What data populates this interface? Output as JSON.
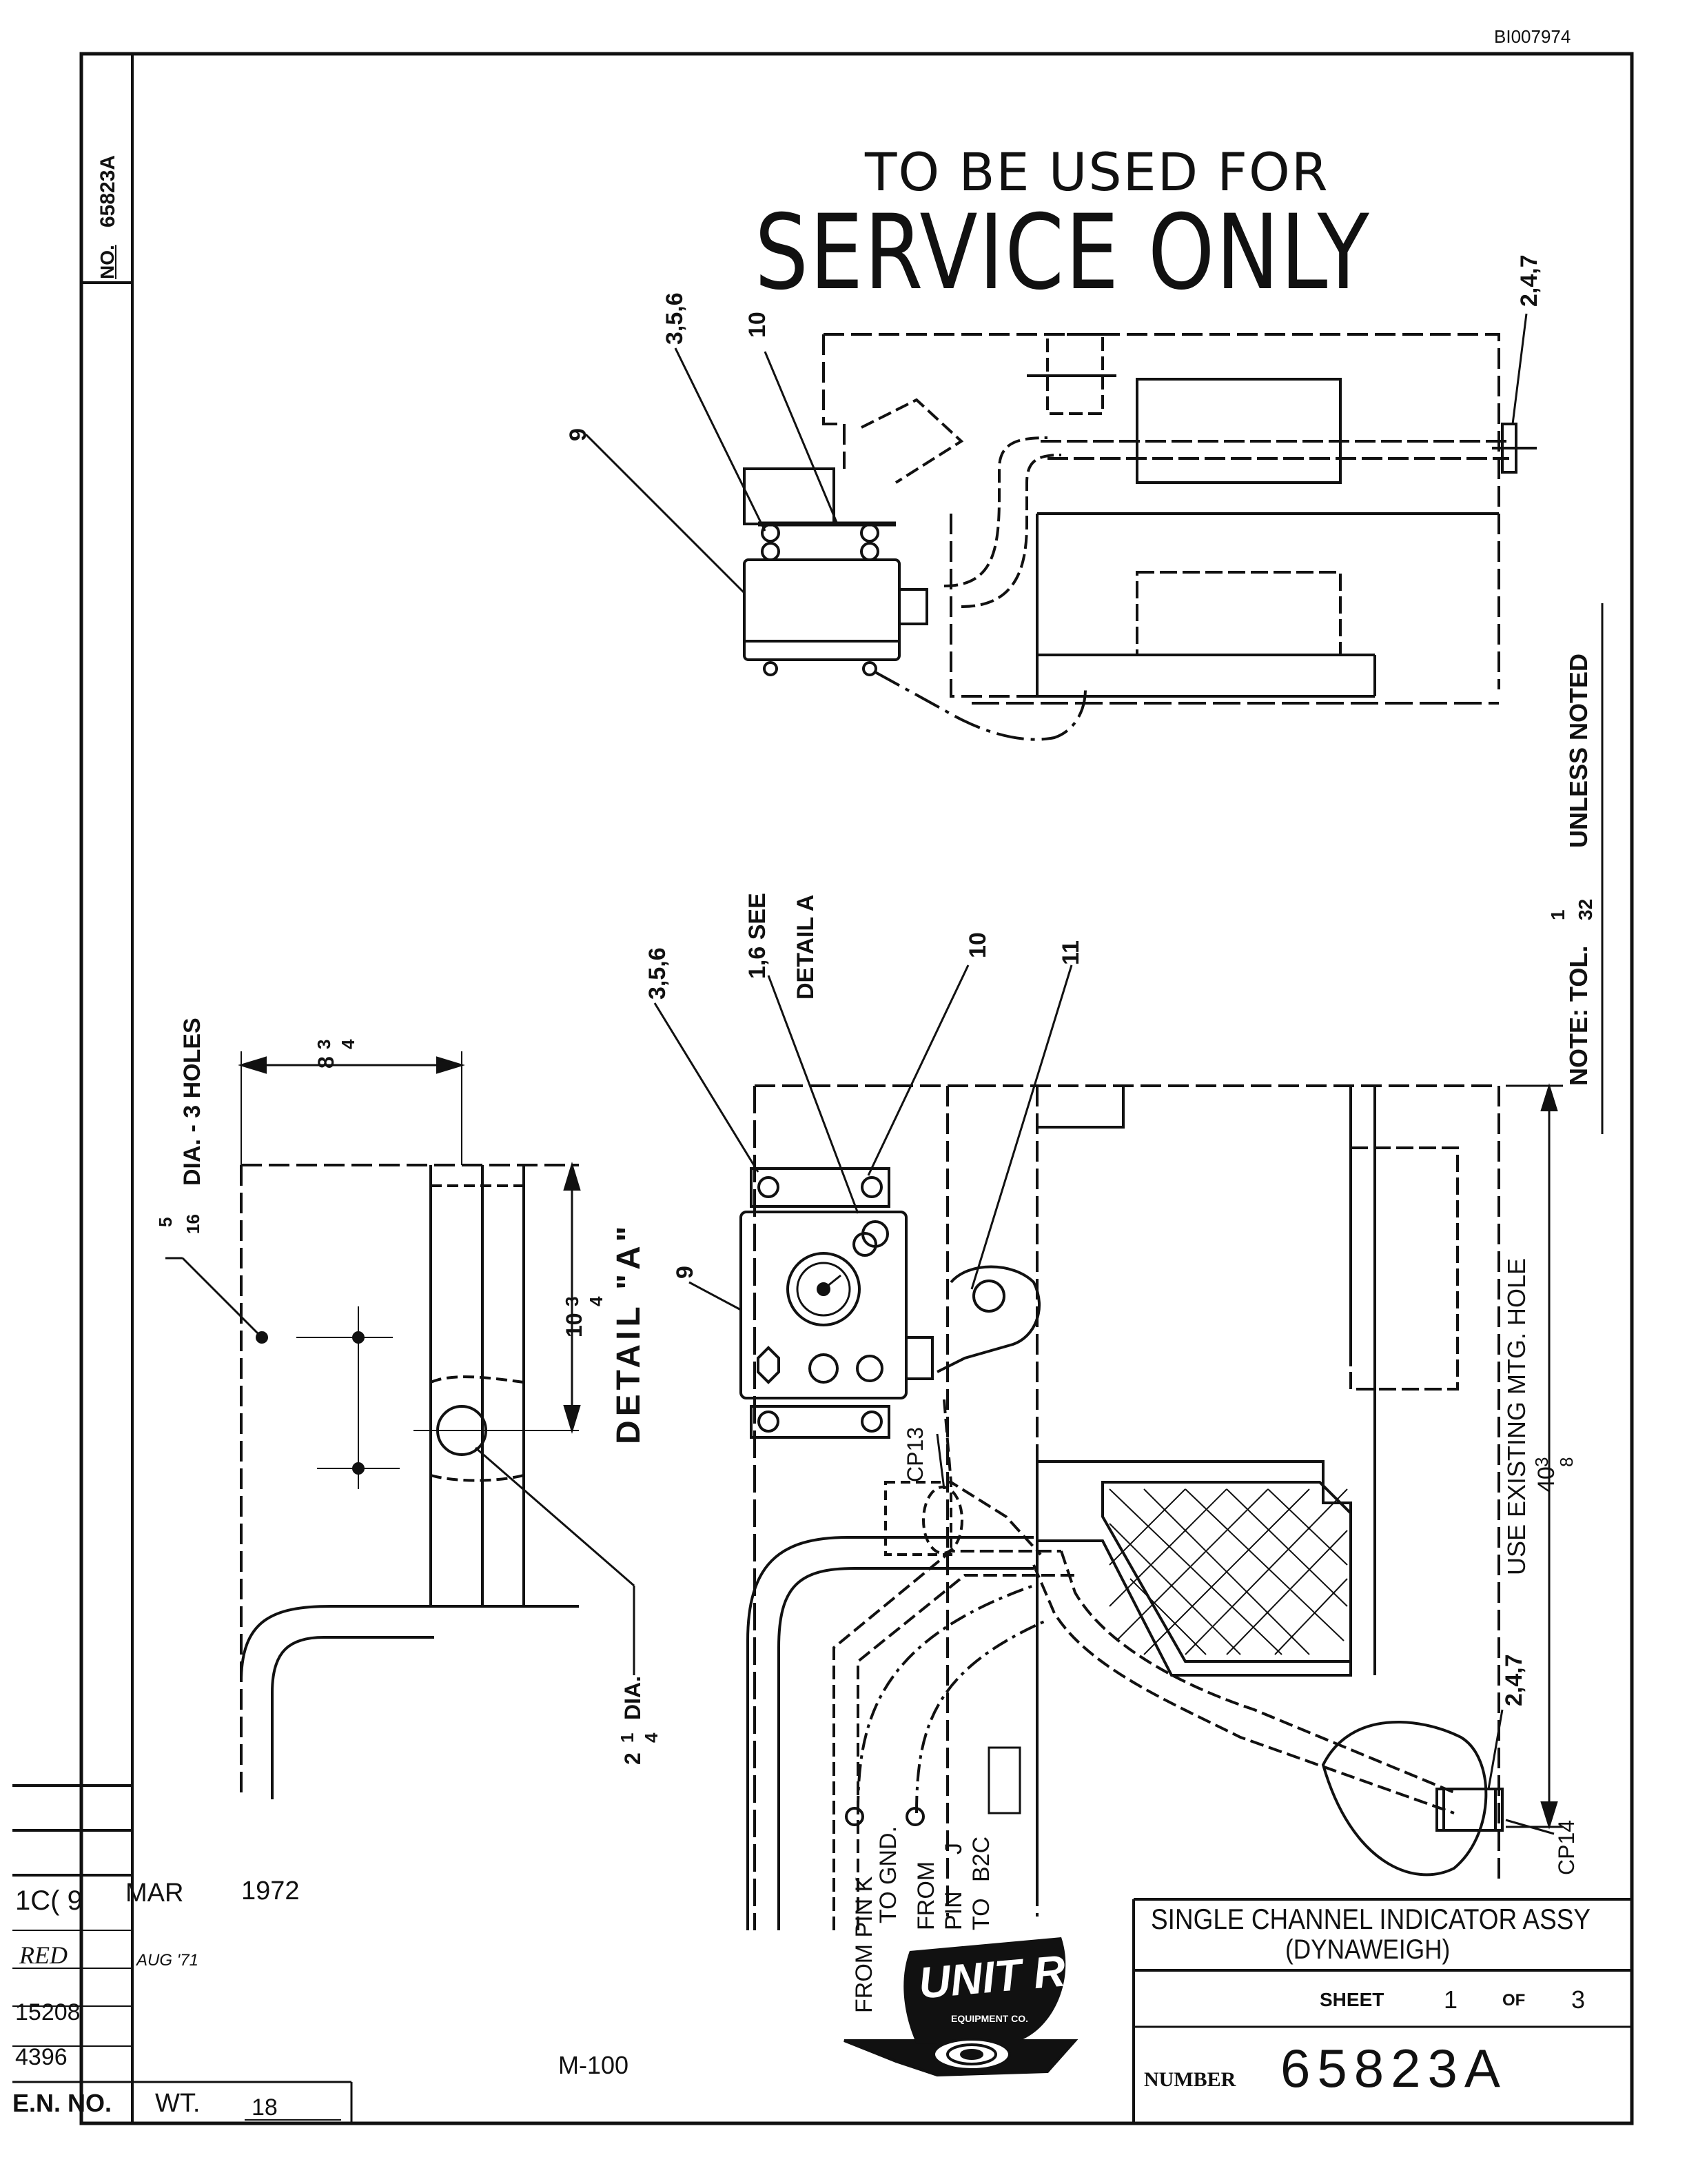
{
  "doc_id": "BI007974",
  "side_number": {
    "label": "NO.",
    "value": "65823A"
  },
  "stamp": {
    "line1": "TO BE USED FOR",
    "line2": "SERVICE ONLY"
  },
  "top_view": {
    "callouts": [
      "9",
      "3,5,6",
      "10",
      "2,4,7"
    ]
  },
  "front_view": {
    "callouts": [
      "3,5,6",
      "1,6 SEE",
      "DETAIL  A",
      "10",
      "11",
      "9",
      "CP13",
      "2,4,7",
      "CP14"
    ],
    "wire_labels": [
      "FROM PIN K",
      "TO GND.",
      "FROM",
      "PIN",
      "J",
      "TO",
      "B2C"
    ],
    "dims": {
      "mtg": "USE EXISTING MTG. HOLE",
      "dim_whole": "40",
      "dim_num": "3",
      "dim_den": "8"
    }
  },
  "detail_a": {
    "title": "DETAIL \"A\"",
    "holes_num": "5",
    "holes_den": "16",
    "holes_text": "DIA. - 3 HOLES",
    "dim_top_whole": "8",
    "dim_top_num": "3",
    "dim_top_den": "4",
    "dim_side_whole": "10",
    "dim_side_num": "3",
    "dim_side_den": "4",
    "dia_whole": "2",
    "dia_num": "1",
    "dia_den": "4",
    "dia_text": "DIA."
  },
  "note": {
    "prefix": "NOTE:  TOL.",
    "num": "1",
    "den": "32",
    "suffix": "UNLESS NOTED"
  },
  "left_block": {
    "row1": "1C(  9",
    "row2": "RED",
    "row2b": "AUG  '71",
    "row3": "15208",
    "row4": "4396",
    "row5": "E.N. NO.",
    "date_month": "MAR",
    "date_year": "1972",
    "wt_label": "WT.",
    "wt_value": "18"
  },
  "form_no": "M-100",
  "logo": {
    "name": "UNIT RIG",
    "sub": "EQUIPMENT CO."
  },
  "title_block": {
    "title1": "SINGLE CHANNEL INDICATOR ASSY",
    "title2": "(DYNAWEIGH)",
    "sheet_label": "SHEET",
    "sheet_num": "1",
    "of_label": "OF",
    "sheet_total": "3",
    "number_label": "NUMBER",
    "number_value": "65823A"
  }
}
